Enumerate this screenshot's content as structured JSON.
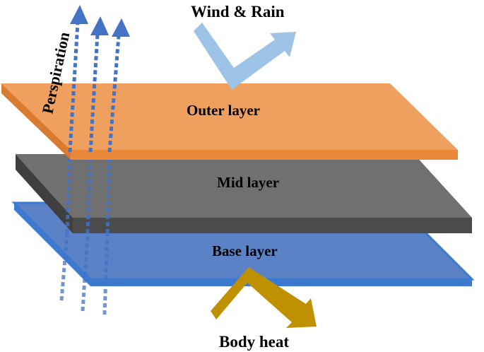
{
  "labels": {
    "wind_rain": "Wind & Rain",
    "perspiration": "Perspiration",
    "outer_layer": "Outer layer",
    "mid_layer": "Mid layer",
    "base_layer": "Base layer",
    "body_heat": "Body heat"
  },
  "colors": {
    "outer_top": "#F0A05E",
    "outer_side": "#E8893A",
    "mid_top": "#707070",
    "mid_side": "#4B4B4B",
    "base_top": "#5B82C6",
    "base_edge": "#3C79D0",
    "wind_arrow": "#9DC3E6",
    "heat_arrow": "#BF9000",
    "perspiration_arrow": "#4472C4"
  },
  "icons": {
    "wind_arrow": "bent-arrow-icon",
    "heat_arrow": "bent-arrow-icon",
    "perspiration_arrows": "dotted-up-arrow-icon"
  }
}
